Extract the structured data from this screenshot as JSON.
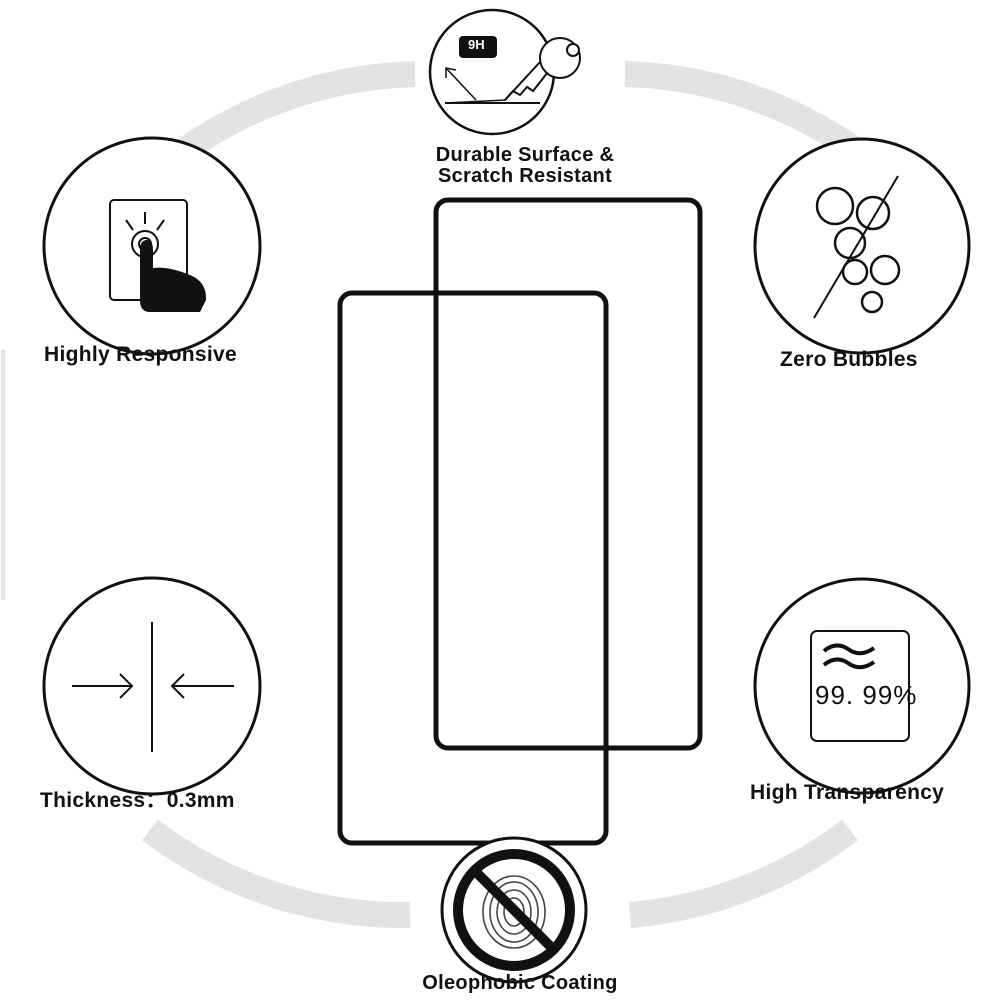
{
  "features": {
    "durable": {
      "label_line1": "Durable Surface &",
      "label_line2": "Scratch Resistant",
      "icon": "key-scratch-icon",
      "badge": "9H"
    },
    "responsive": {
      "label": "Highly Responsive",
      "icon": "touch-finger-icon"
    },
    "bubbles": {
      "label": "Zero Bubbles",
      "icon": "bubbles-icon"
    },
    "thickness": {
      "label": "Thickness：0.3mm",
      "icon": "thickness-arrows-icon"
    },
    "transparency": {
      "label": "High Transparency",
      "icon": "transparency-icon",
      "value": "99. 99%"
    },
    "oleophobic": {
      "label": "Oleophobic Coating",
      "icon": "no-fingerprint-icon"
    }
  },
  "colors": {
    "ring": "#e3e3e3",
    "line": "#111111"
  }
}
